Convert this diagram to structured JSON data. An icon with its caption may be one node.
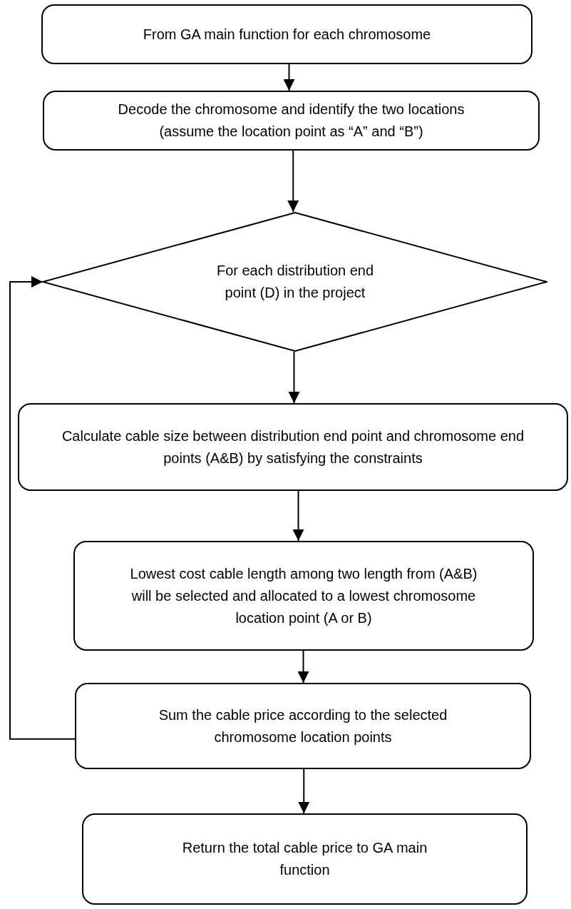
{
  "diagram": {
    "nodes": [
      {
        "text": [
          "From GA main function for each chromosome"
        ]
      },
      {
        "text": [
          "Decode the chromosome and identify the two locations (assume the location point as “A” and “B”)"
        ]
      },
      {
        "text": [
          "For each distribution end point (D) in the project"
        ]
      },
      {
        "text": [
          "Calculate cable size between distribution end point and chromosome end points (A&B) by satisfying the constraints"
        ]
      },
      {
        "text": [
          "Lowest cost cable length among two length from (A&B) will be selected and allocated to a lowest chromosome location point (A or B)"
        ]
      },
      {
        "text": [
          "Sum the cable price according to the selected chromosome location points"
        ]
      },
      {
        "text": [
          "Return the total cable price to GA main function"
        ]
      }
    ],
    "edges": [
      {
        "from": 0,
        "to": 1,
        "arrow": "to"
      },
      {
        "from": 1,
        "to": 2,
        "arrow": "to"
      },
      {
        "from": 2,
        "to": 3,
        "arrow": "to"
      },
      {
        "from": 3,
        "to": 4,
        "arrow": "to"
      },
      {
        "from": 4,
        "to": 5,
        "arrow": "to"
      },
      {
        "from": 5,
        "to": 2,
        "arrow": "to"
      },
      {
        "from": 5,
        "to": 6,
        "arrow": "to"
      }
    ]
  }
}
